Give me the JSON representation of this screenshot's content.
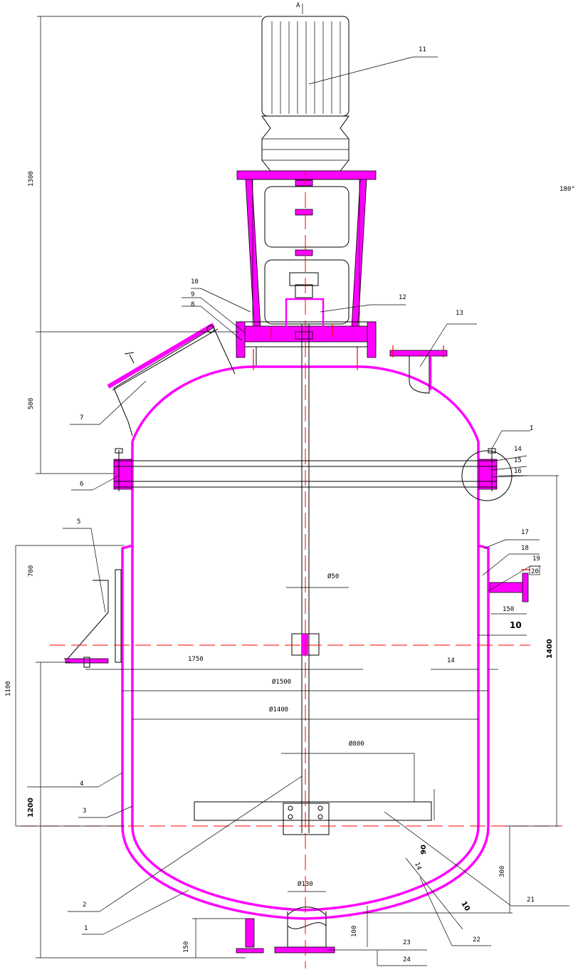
{
  "view_marker": "A",
  "angle_note": "180°",
  "dimensions": {
    "d1300": "1300",
    "d500": "500",
    "d700": "700",
    "d1100": "1100",
    "d1200": "1200",
    "d1400": "1400",
    "d150": "150",
    "d300": "300",
    "d100": "100",
    "d_150_nozzle": "150",
    "d_10a": "10",
    "d_10b": "10",
    "d_14a": "14",
    "d_14b": "14",
    "d_1750": "1750",
    "d_phi50": "Ø50",
    "d_phi1500": "Ø1500",
    "d_phi1400": "Ø1400",
    "d_phi800": "Ø800",
    "d_phi130": "Ø130",
    "d_90": "90"
  },
  "part_labels": {
    "p1": "1",
    "p2": "2",
    "p3": "3",
    "p4": "4",
    "p5": "5",
    "p6": "6",
    "p7": "7",
    "p8": "8",
    "p9": "9",
    "p10": "10",
    "p11": "11",
    "p12": "12",
    "p13": "13",
    "p14": "14",
    "p15": "15",
    "p16": "16",
    "p17": "17",
    "p18": "18",
    "p19": "19",
    "p20": "20",
    "p21": "21",
    "p22": "22",
    "p23": "23",
    "p24": "24",
    "pI": "I"
  },
  "colors": {
    "highlight": "#ff00ff",
    "centerline": "#ff0000",
    "line": "#000000"
  }
}
